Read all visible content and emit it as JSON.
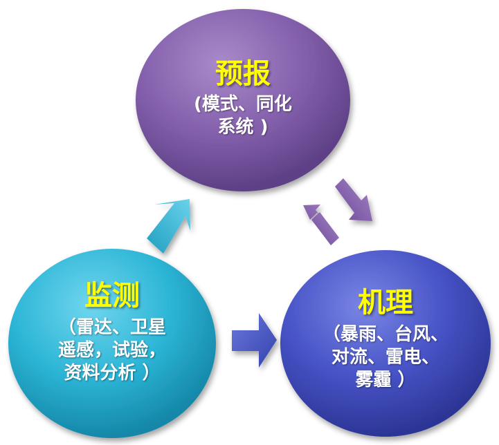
{
  "nodes": {
    "forecast": {
      "title": "预报",
      "lines": [
        "(模式、同化",
        "系统 )"
      ],
      "color": "#8a62b0"
    },
    "monitoring": {
      "title": "监测",
      "lines": [
        "（雷达、卫星",
        "遥感，试验，",
        "资料分析 ）"
      ],
      "color": "#2ab9d8"
    },
    "mechanism": {
      "title": "机理",
      "lines": [
        "（暴雨、台风、",
        "对流、雷电、",
        "雾霾 ）"
      ],
      "color": "#4a57cc"
    }
  },
  "colors": {
    "title_text": "#ffff00",
    "body_text": "#ffffff",
    "arrow_monitoring_to_forecast": "#35b8d8",
    "arrow_monitoring_to_mechanism": "#4a58c8",
    "arrow_mechanism_to_forecast": "#8a62b0",
    "arrow_forecast_to_mechanism": "#8a62b0"
  }
}
